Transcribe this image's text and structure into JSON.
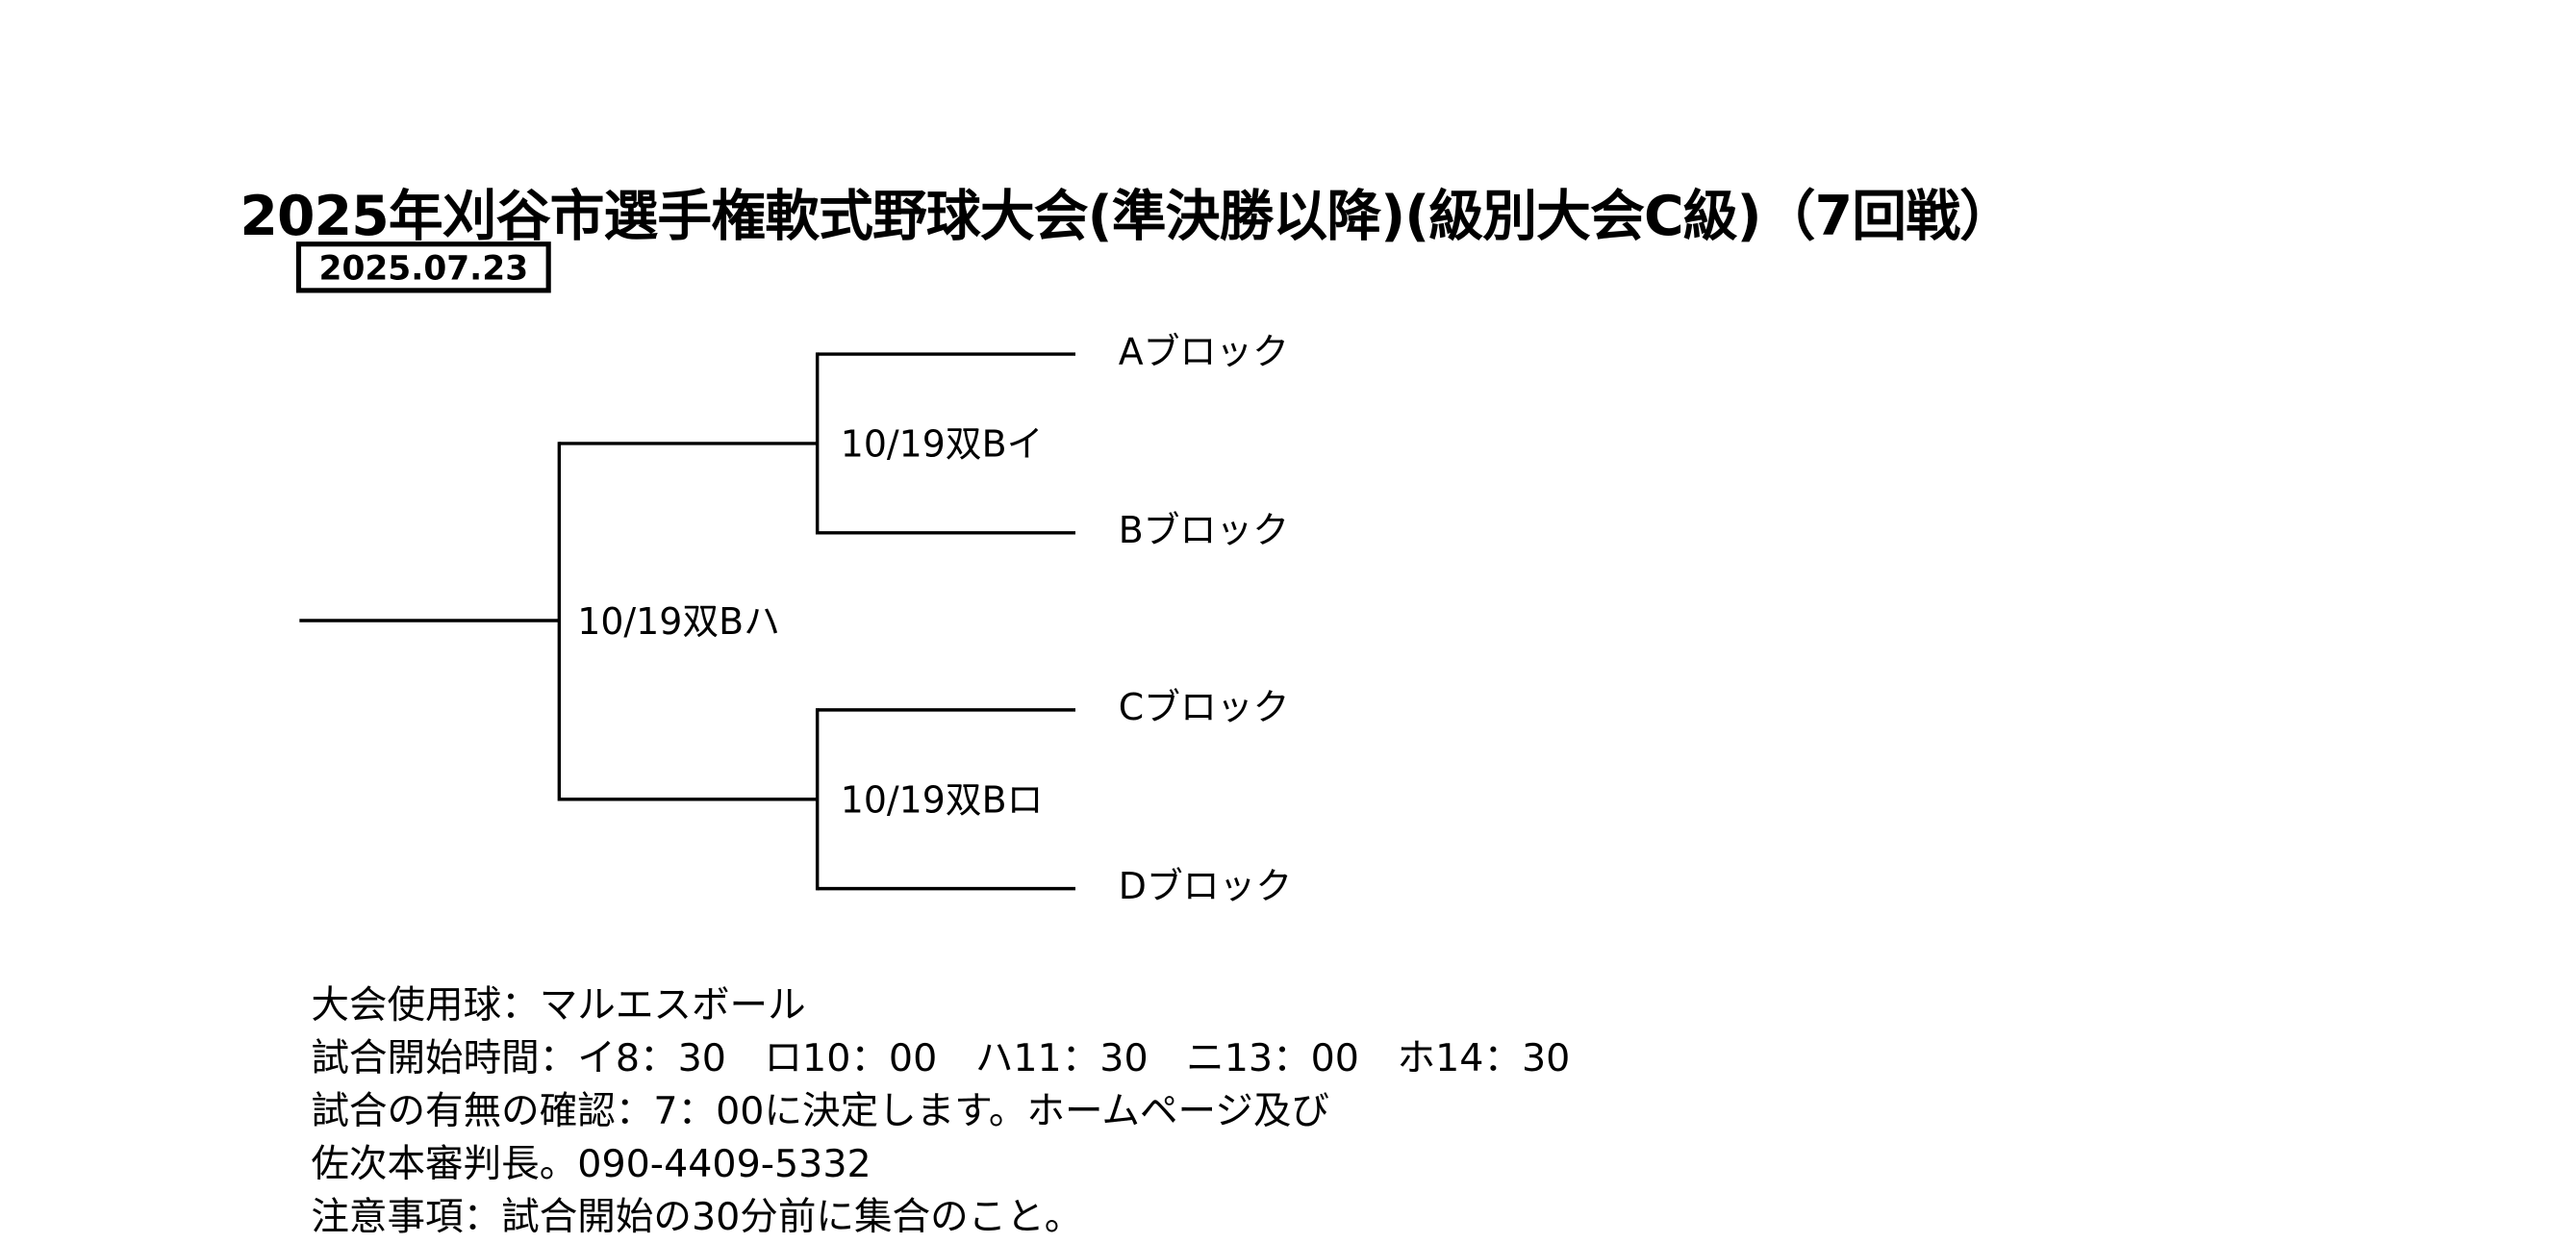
{
  "title": "2025年刈谷市選手権軟式野球大会(準決勝以降)(級別大会C級)（7回戦）",
  "date": "2025.07.23",
  "bracket": {
    "final": {
      "label": "10/19双Bハ"
    },
    "semifinals": [
      {
        "label": "10/19双Bイ"
      },
      {
        "label": "10/19双Bロ"
      }
    ],
    "blocks": [
      "Aブロック",
      "Bブロック",
      "Cブロック",
      "Dブロック"
    ]
  },
  "notes": [
    "大会使用球：マルエスボール",
    "試合開始時間：イ8：30　ロ10：00　ハ11：30　ニ13：00　ホ14：30",
    "試合の有無の確認：7：00に決定します。ホームページ及び",
    "佐次本審判長。090-4409-5332",
    "注意事項：試合開始の30分前に集合のこと。"
  ]
}
